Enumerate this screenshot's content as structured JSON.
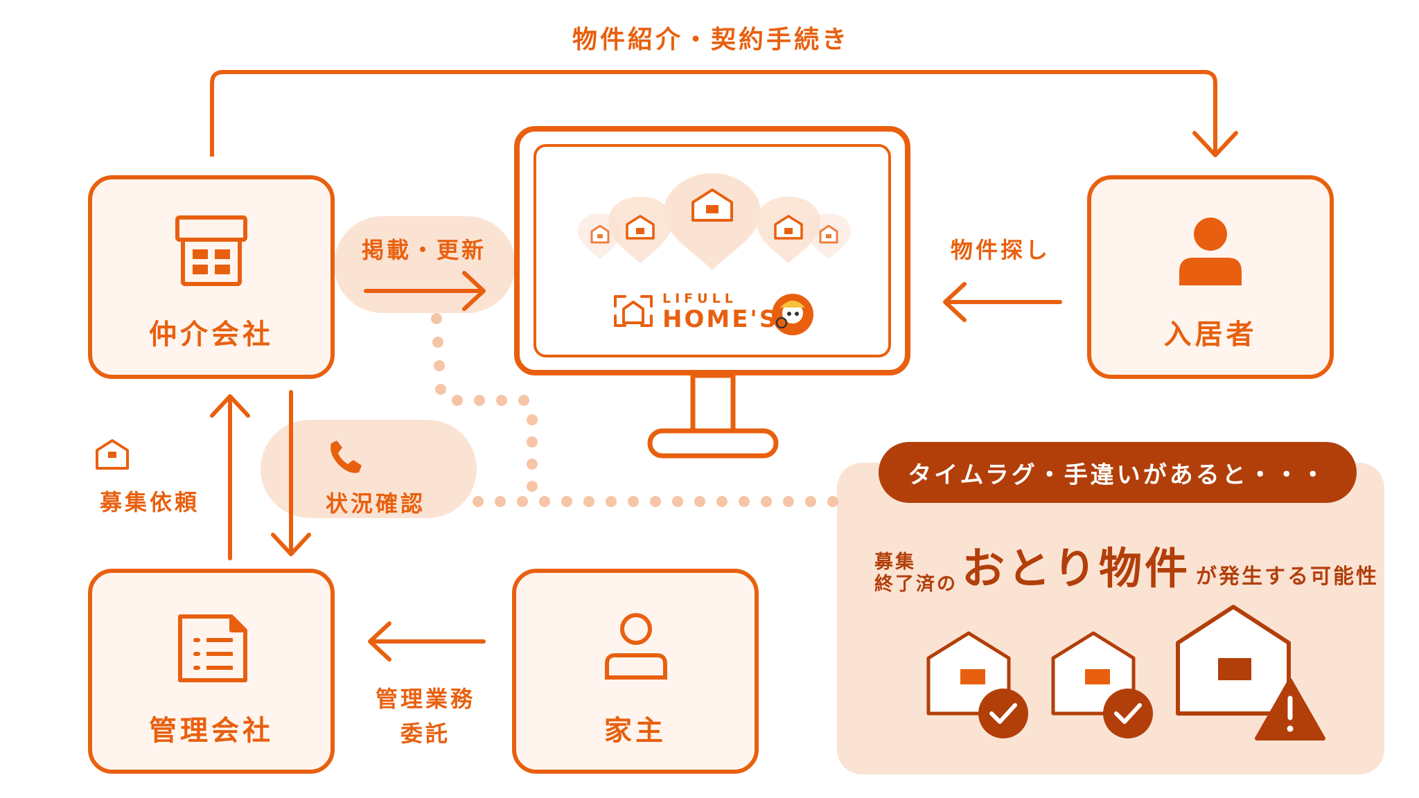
{
  "top_flow": {
    "label": "物件紹介・契約手続き"
  },
  "nodes": {
    "broker": {
      "label": "仲介会社"
    },
    "tenant": {
      "label": "入居者"
    },
    "management": {
      "label": "管理会社"
    },
    "landlord": {
      "label": "家主"
    }
  },
  "flows": {
    "posting": {
      "label": "掲載・更新"
    },
    "search": {
      "label": "物件探し"
    },
    "request": {
      "label": "募集依頼"
    },
    "status_check": {
      "label": "状況確認"
    },
    "management_line1": {
      "label": "管理業務"
    },
    "management_line2": {
      "label": "委託"
    }
  },
  "portal_logo": {
    "small": "LIFULL",
    "big": "HOME'S"
  },
  "warning": {
    "banner": "タイムラグ・手違いがあると・・・",
    "prefix_line1": "募集",
    "prefix_line2": "終了済の",
    "highlight": "おとり物件",
    "suffix": "が発生する可能性"
  },
  "colors": {
    "accent": "#e8600f",
    "accent_dark": "#b23f0a",
    "box_fill": "#fff5ee",
    "soft_fill": "#fbe3d4",
    "dot": "#f6c4a6"
  },
  "icons": [
    "shop-icon",
    "person-icon",
    "document-icon",
    "house-icon",
    "phone-icon",
    "check-icon",
    "warning-icon",
    "mascot-icon"
  ]
}
